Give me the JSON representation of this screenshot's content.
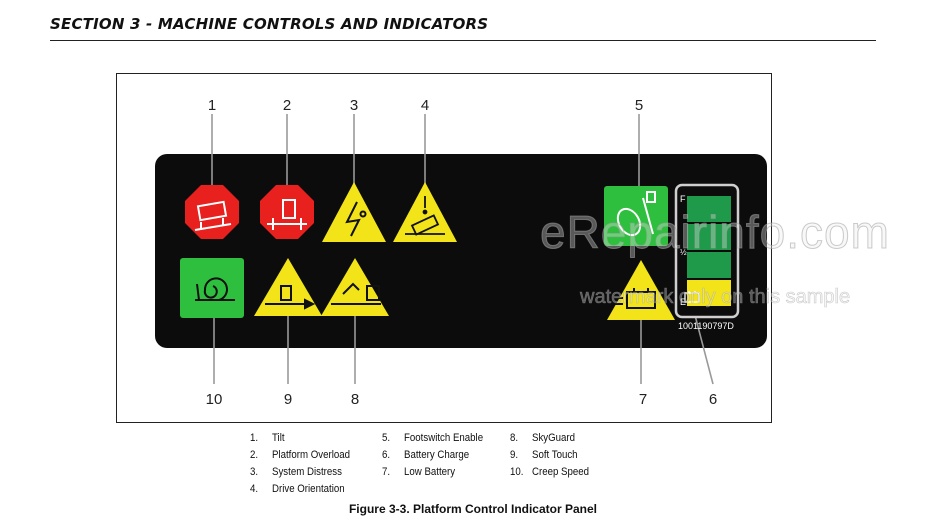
{
  "header": {
    "section_title": "SECTION 3 - MACHINE CONTROLS AND INDICATORS"
  },
  "figure": {
    "callouts_top": [
      "1",
      "2",
      "3",
      "4",
      "5"
    ],
    "callouts_bottom": [
      "10",
      "9",
      "8",
      "7",
      "6"
    ],
    "gauge_labels": {
      "full": "F",
      "half": "½",
      "empty": "E"
    },
    "part_number": "1001190797D",
    "colors": {
      "panel": "#0c0c0c",
      "red": "#e8211e",
      "yellow": "#f2e418",
      "green": "#2fbf3f",
      "gauge_green": "#1f9a4a"
    }
  },
  "legend": {
    "col1": [
      {
        "num": "1.",
        "label": "Tilt"
      },
      {
        "num": "2.",
        "label": "Platform Overload"
      },
      {
        "num": "3.",
        "label": "System Distress"
      },
      {
        "num": "4.",
        "label": "Drive Orientation"
      }
    ],
    "col2": [
      {
        "num": "5.",
        "label": "Footswitch Enable"
      },
      {
        "num": "6.",
        "label": "Battery Charge"
      },
      {
        "num": "7.",
        "label": "Low Battery"
      }
    ],
    "col3": [
      {
        "num": "8.",
        "label": "SkyGuard"
      },
      {
        "num": "9.",
        "label": "Soft Touch"
      },
      {
        "num": "10.",
        "label": "Creep Speed"
      }
    ]
  },
  "caption": "Figure 3-3. Platform Control Indicator Panel",
  "watermark": {
    "line1": "eRepairinfo.com",
    "line2": "watermark only on this sample"
  }
}
